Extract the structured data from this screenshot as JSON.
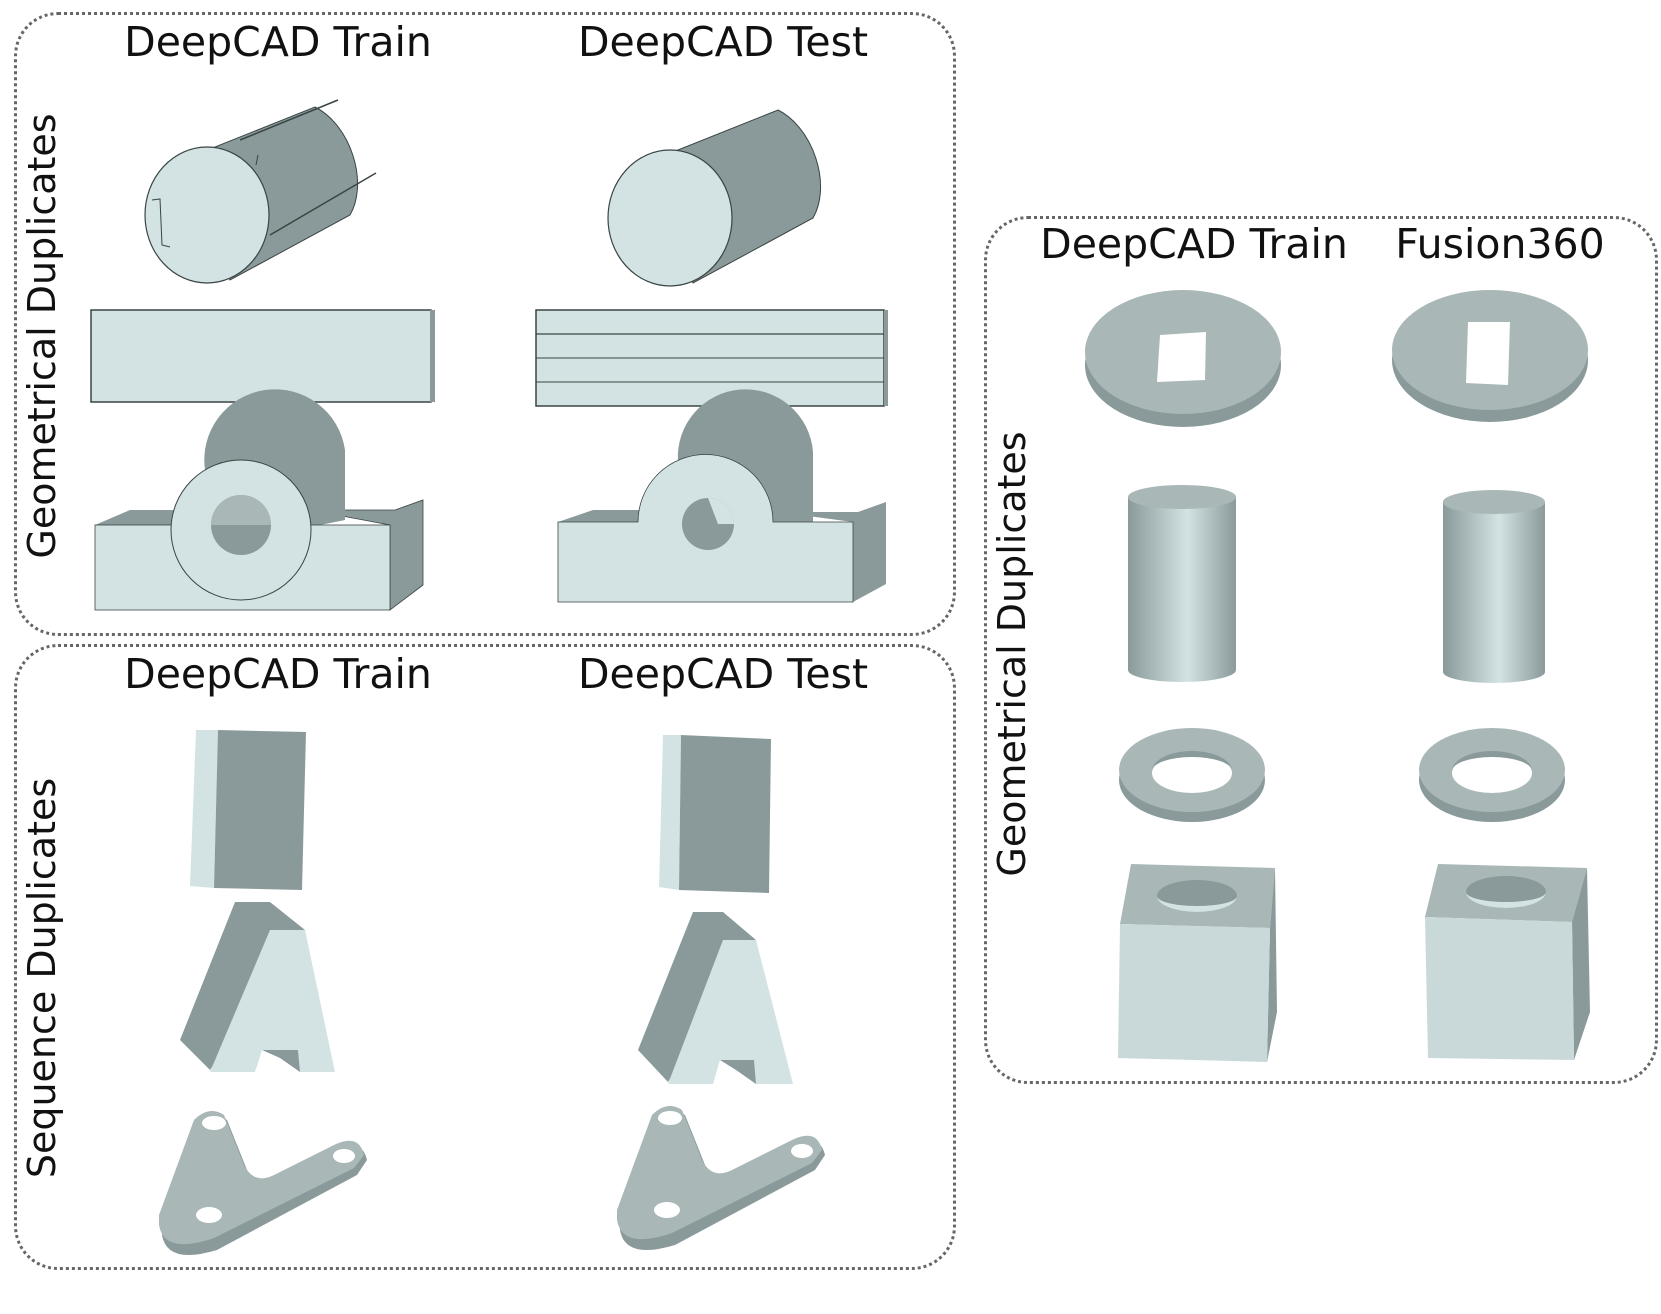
{
  "panels": {
    "top_left": {
      "side_label": "Geometrical Duplicates",
      "col_left": "DeepCAD Train",
      "col_right": "DeepCAD Test"
    },
    "bottom_left": {
      "side_label": "Sequence Duplicates",
      "col_left": "DeepCAD Train",
      "col_right": "DeepCAD Test"
    },
    "right": {
      "side_label": "Geometrical Duplicates",
      "col_left": "DeepCAD Train",
      "col_right": "Fusion360"
    }
  },
  "colors": {
    "light_face": "#d3e3e3",
    "dark_face": "#8a9a9a",
    "mid_face": "#a9b7b7",
    "edge": "#3a4444",
    "panel_border": "#666666"
  }
}
